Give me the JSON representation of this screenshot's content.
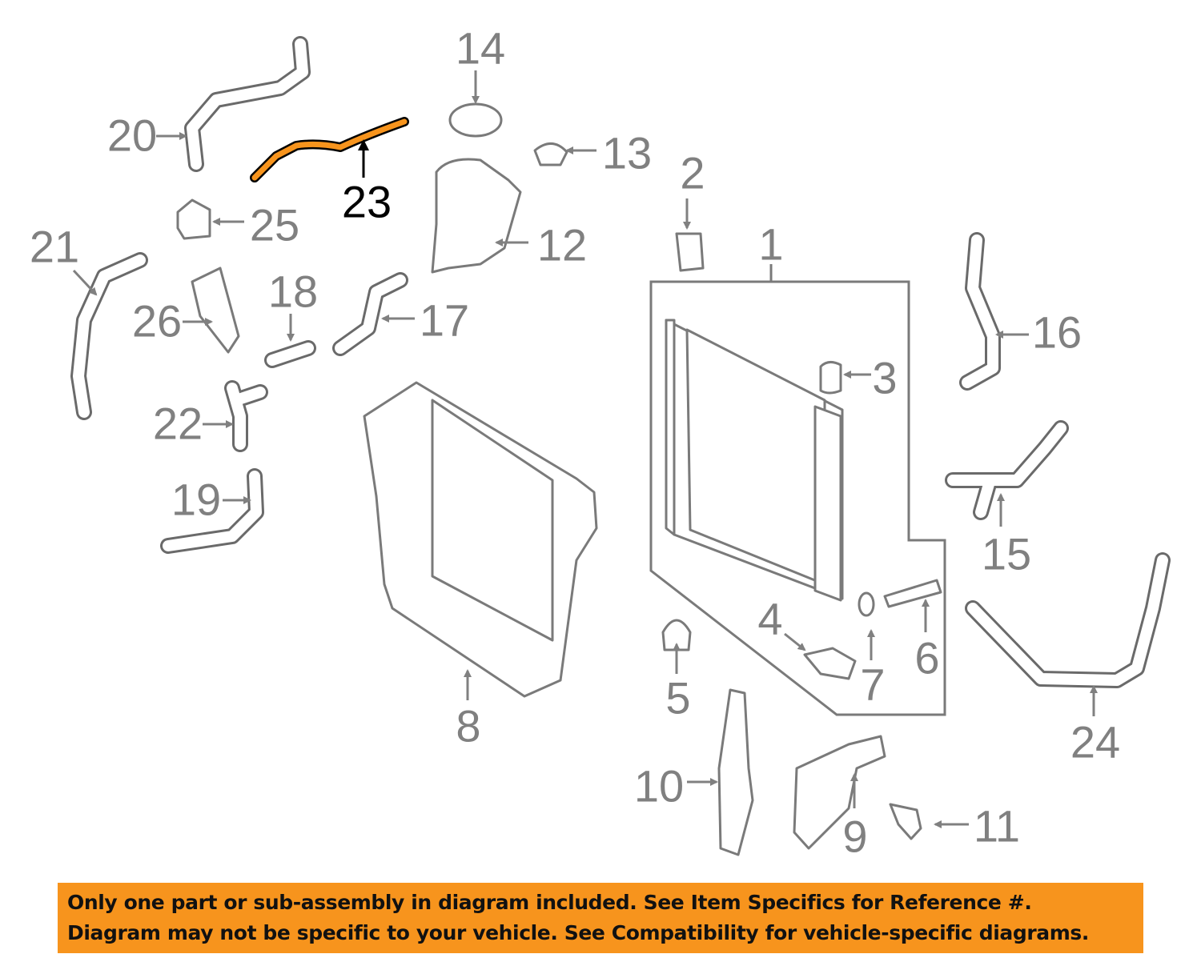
{
  "diagram": {
    "highlight_color": "#f7941d",
    "highlighted_part": "23",
    "callouts": [
      "1",
      "2",
      "3",
      "4",
      "5",
      "6",
      "7",
      "8",
      "9",
      "10",
      "11",
      "12",
      "13",
      "14",
      "15",
      "16",
      "17",
      "18",
      "19",
      "20",
      "21",
      "22",
      "23",
      "24",
      "25",
      "26"
    ]
  },
  "banner": {
    "line1": "Only one part or sub-assembly in diagram included. See Item Specifics for Reference #.",
    "line2": "Diagram may not be specific to your vehicle. See Compatibility for vehicle-specific diagrams.",
    "background": "#f7941d"
  }
}
